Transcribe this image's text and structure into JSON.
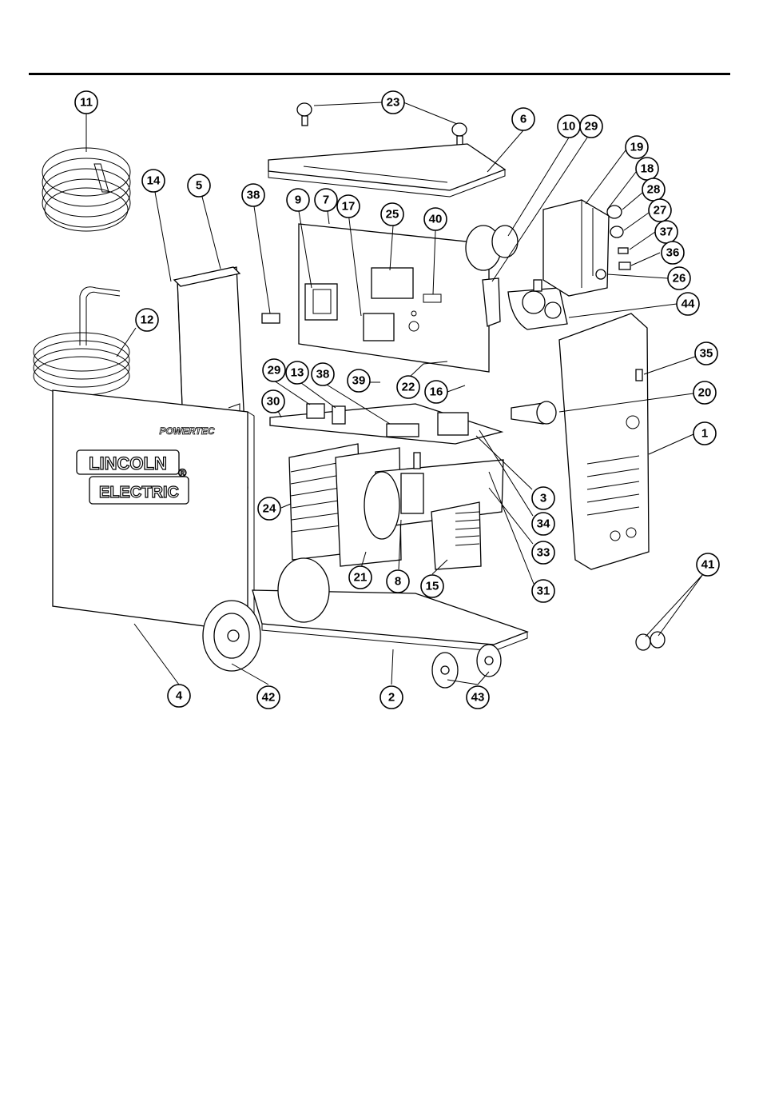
{
  "diagram": {
    "brand": {
      "logo_line1": "LINCOLN",
      "logo_line2": "ELECTRIC",
      "registered_mark": "®",
      "model_badge": "POWERTEC"
    },
    "callouts": [
      "11",
      "23",
      "6",
      "10",
      "29",
      "19",
      "18",
      "28",
      "27",
      "37",
      "36",
      "26",
      "44",
      "14",
      "5",
      "38",
      "9",
      "7",
      "17",
      "25",
      "40",
      "12",
      "35",
      "20",
      "1",
      "29",
      "13",
      "38",
      "39",
      "22",
      "16",
      "30",
      "3",
      "34",
      "33",
      "31",
      "24",
      "21",
      "8",
      "15",
      "41",
      "4",
      "42",
      "2",
      "43"
    ]
  }
}
